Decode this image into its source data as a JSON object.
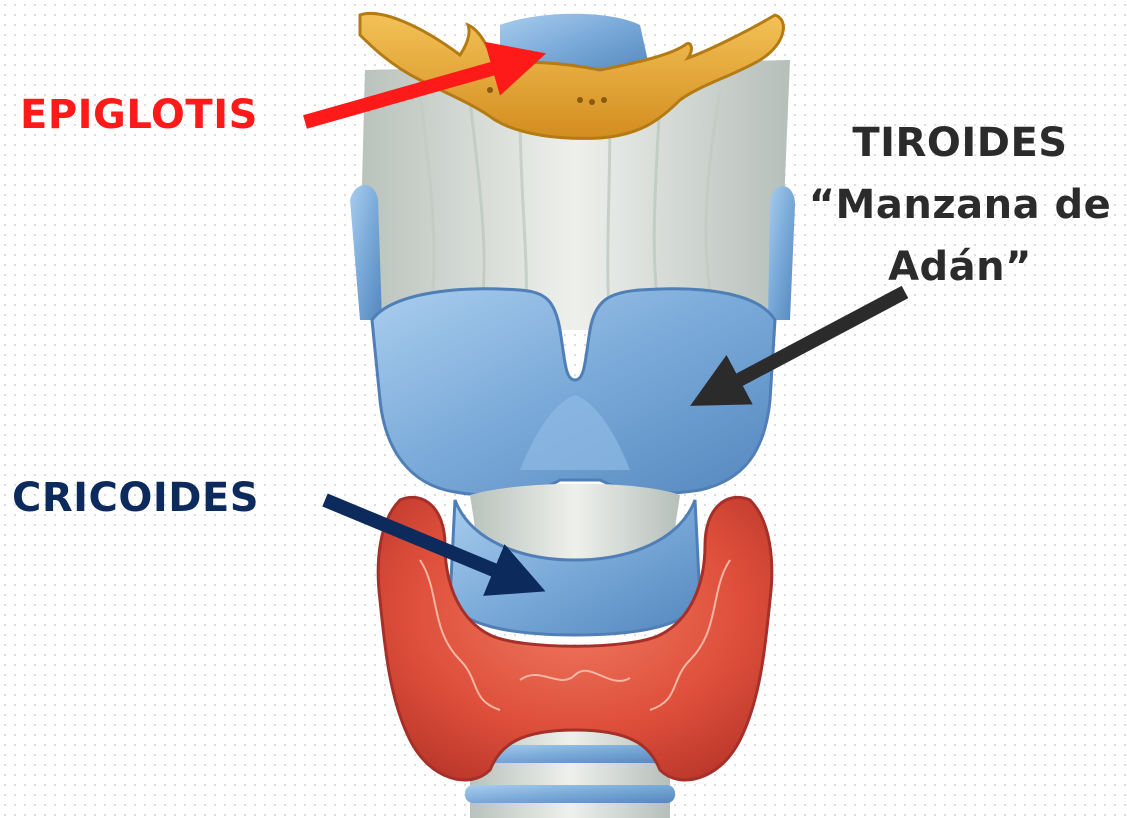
{
  "labels": {
    "epiglotis": "EPIGLOTIS",
    "tiroides_line1": "TIROIDES",
    "tiroides_line2": "“Manzana de",
    "tiroides_line3": "Adán”",
    "cricoides": "CRICOIDES"
  },
  "colors": {
    "epiglotis": "#ff1a1a",
    "tiroides": "#2b2b2b",
    "cricoides": "#0d2a5c",
    "cartilage_blue": "#7fb0de",
    "thyroid_gland_red": "#e0553f",
    "epiglottis_yellow": "#e8a62c",
    "membrane_gray": "#d8ddd8"
  }
}
